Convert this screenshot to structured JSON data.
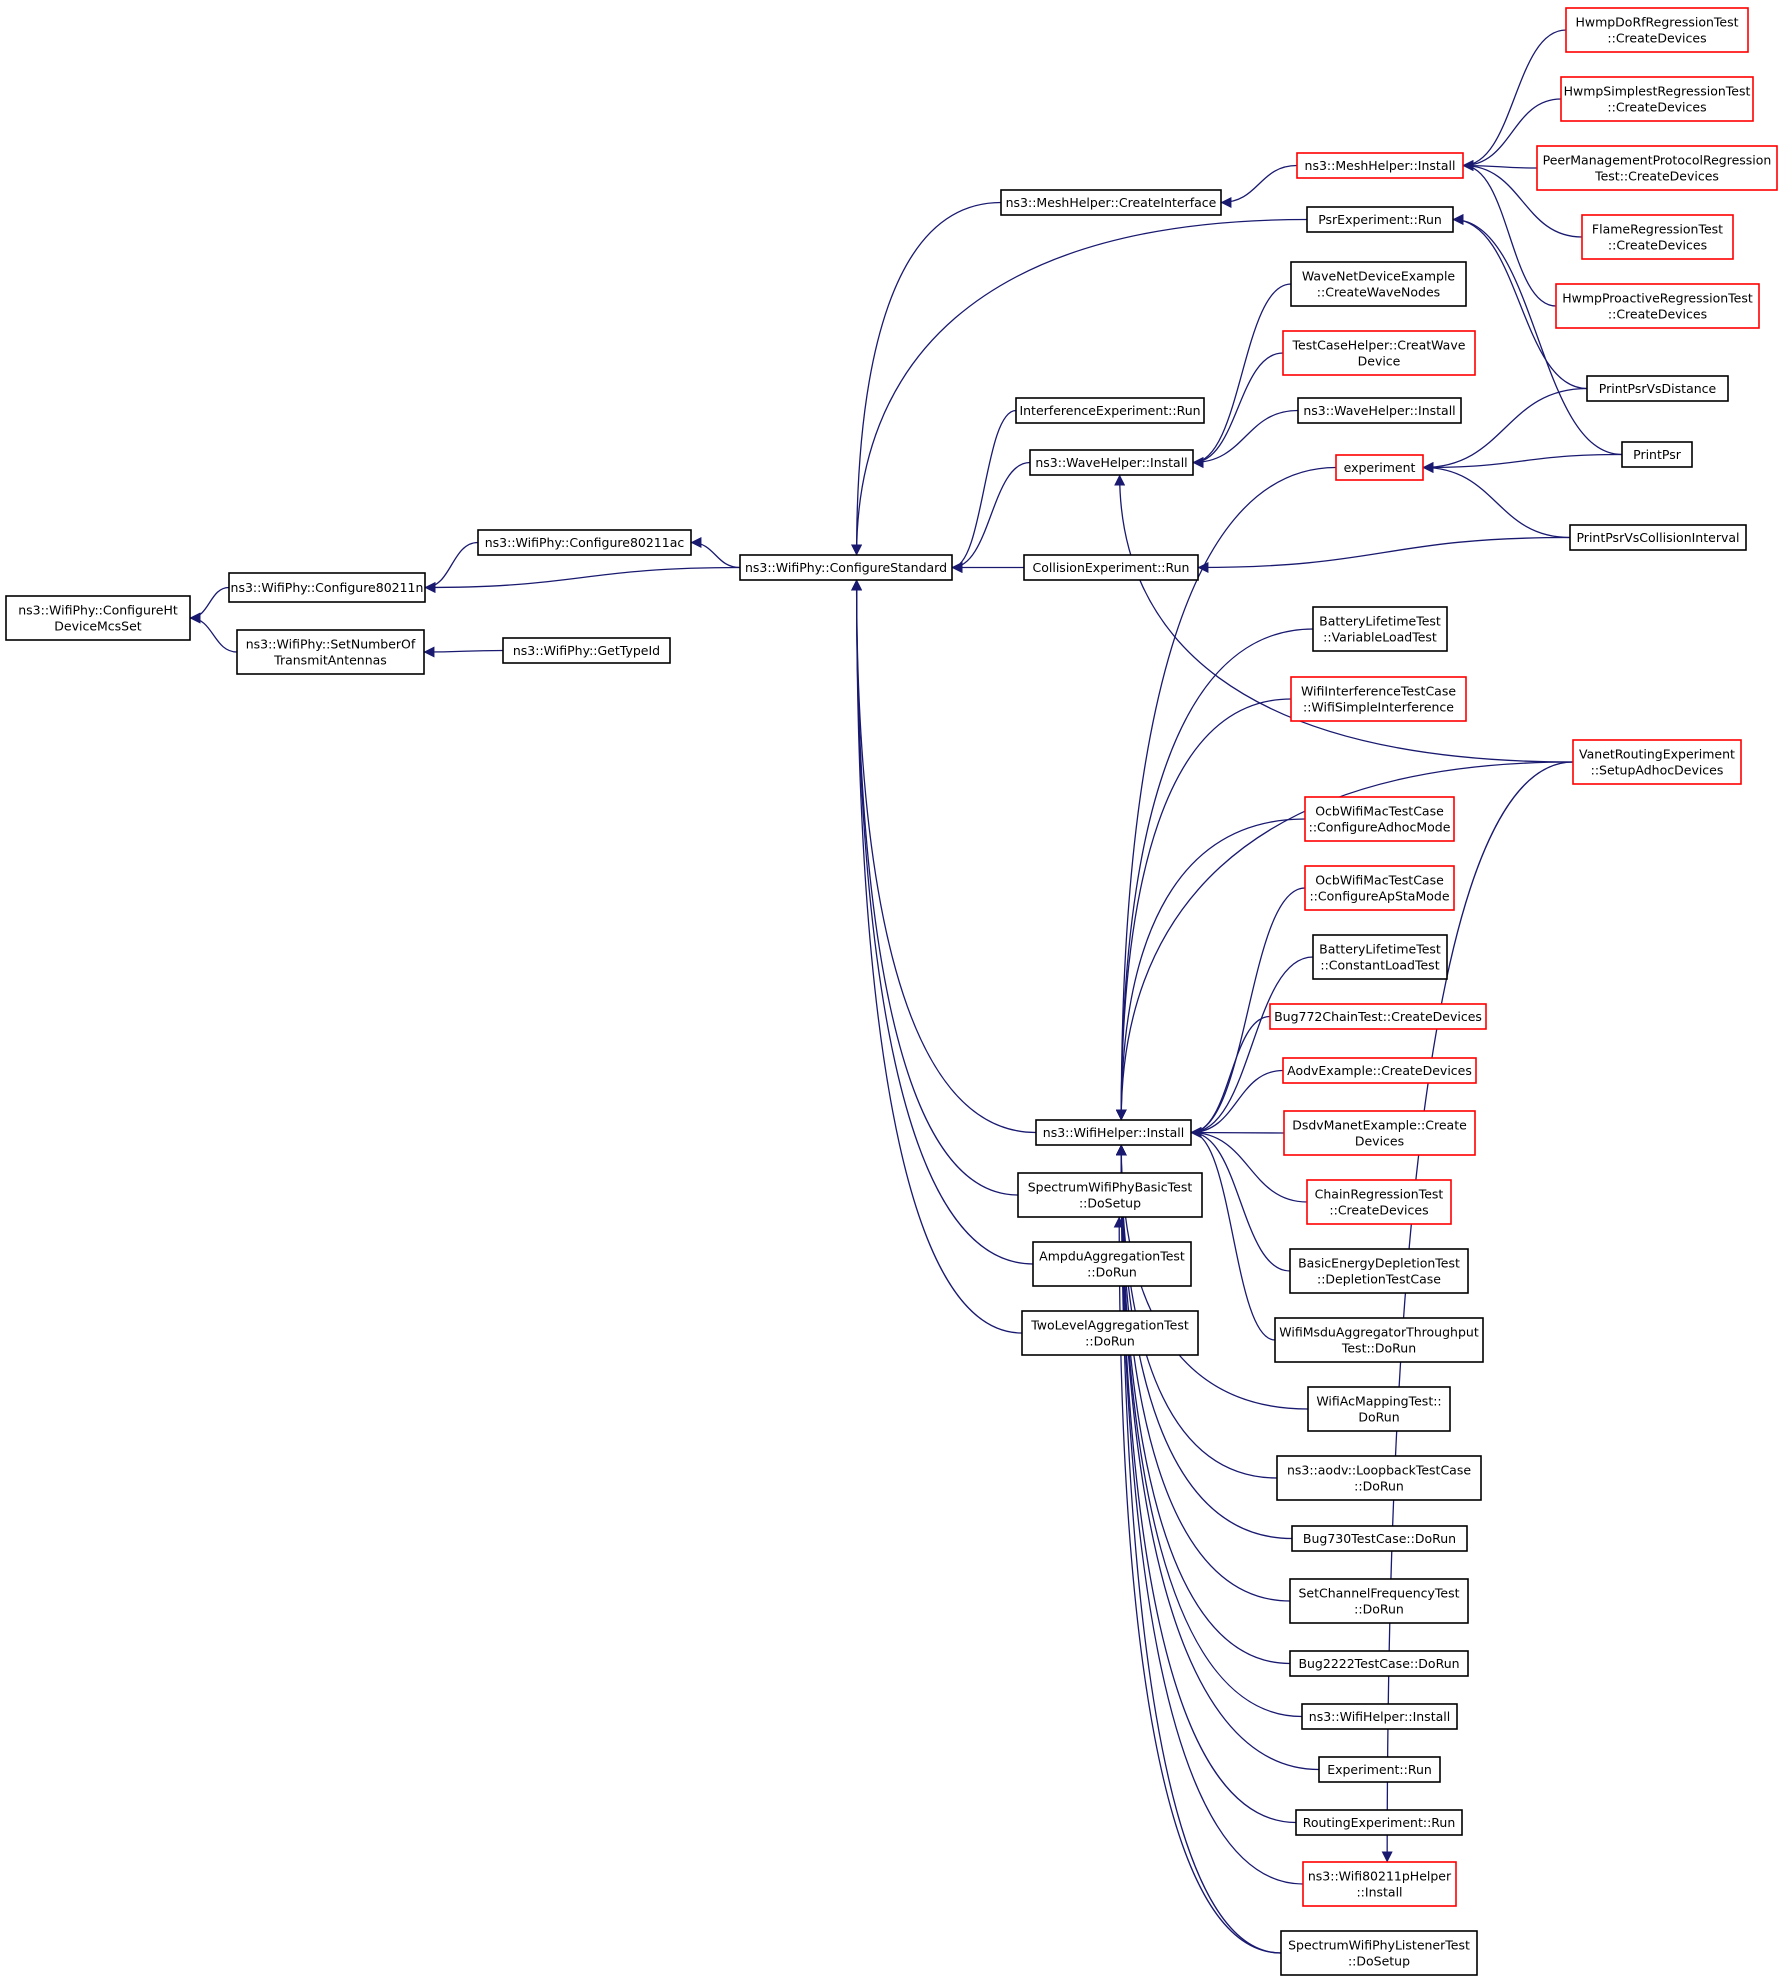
{
  "colors": {
    "edge": "#191970",
    "border_default": "#000000",
    "border_red": "#ff0000",
    "fill_root": "#bfbfbf",
    "fill_default": "#ffffff"
  },
  "nodes": [
    {
      "id": "root",
      "lines": [
        "ns3::WifiPhy::ConfigureHt",
        "DeviceMcsSet"
      ],
      "border": "black",
      "root": true
    },
    {
      "id": "c80211n",
      "lines": [
        "ns3::WifiPhy::Configure80211n"
      ],
      "border": "black"
    },
    {
      "id": "setNumTx",
      "lines": [
        "ns3::WifiPhy::SetNumberOf",
        "TransmitAntennas"
      ],
      "border": "black"
    },
    {
      "id": "c80211ac",
      "lines": [
        "ns3::WifiPhy::Configure80211ac"
      ],
      "border": "black"
    },
    {
      "id": "getTypeId",
      "lines": [
        "ns3::WifiPhy::GetTypeId"
      ],
      "border": "black"
    },
    {
      "id": "configStd",
      "lines": [
        "ns3::WifiPhy::ConfigureStandard"
      ],
      "border": "black"
    },
    {
      "id": "meshCreateIf",
      "lines": [
        "ns3::MeshHelper::CreateInterface"
      ],
      "border": "black"
    },
    {
      "id": "interfExpRun",
      "lines": [
        "InterferenceExperiment::Run"
      ],
      "border": "black"
    },
    {
      "id": "waveInstall",
      "lines": [
        "ns3::WaveHelper::Install"
      ],
      "border": "black"
    },
    {
      "id": "collExpRun",
      "lines": [
        "CollisionExperiment::Run"
      ],
      "border": "black"
    },
    {
      "id": "wifiHelperInstall",
      "lines": [
        "ns3::WifiHelper::Install"
      ],
      "border": "black"
    },
    {
      "id": "spectrumBasic",
      "lines": [
        "SpectrumWifiPhyBasicTest",
        "::DoSetup"
      ],
      "border": "black"
    },
    {
      "id": "ampdu",
      "lines": [
        "AmpduAggregationTest",
        "::DoRun"
      ],
      "border": "black"
    },
    {
      "id": "twoLevel",
      "lines": [
        "TwoLevelAggregationTest",
        "::DoRun"
      ],
      "border": "black"
    },
    {
      "id": "meshInstall",
      "lines": [
        "ns3::MeshHelper::Install"
      ],
      "border": "red"
    },
    {
      "id": "psrExpRun",
      "lines": [
        "PsrExperiment::Run"
      ],
      "border": "black"
    },
    {
      "id": "waveNetDev",
      "lines": [
        "WaveNetDeviceExample",
        "::CreateWaveNodes"
      ],
      "border": "black"
    },
    {
      "id": "testCaseHelper",
      "lines": [
        "TestCaseHelper::CreatWave",
        "Device"
      ],
      "border": "red"
    },
    {
      "id": "waveHelperInstall2",
      "lines": [
        "ns3::WaveHelper::Install"
      ],
      "border": "black"
    },
    {
      "id": "experiment",
      "lines": [
        "experiment"
      ],
      "border": "red"
    },
    {
      "id": "batteryVar",
      "lines": [
        "BatteryLifetimeTest",
        "::VariableLoadTest"
      ],
      "border": "black"
    },
    {
      "id": "wifiInterf",
      "lines": [
        "WifiInterferenceTestCase",
        "::WifiSimpleInterference"
      ],
      "border": "red"
    },
    {
      "id": "ocbAdhoc",
      "lines": [
        "OcbWifiMacTestCase",
        "::ConfigureAdhocMode"
      ],
      "border": "red"
    },
    {
      "id": "ocbApSta",
      "lines": [
        "OcbWifiMacTestCase",
        "::ConfigureApStaMode"
      ],
      "border": "red"
    },
    {
      "id": "batteryConst",
      "lines": [
        "BatteryLifetimeTest",
        "::ConstantLoadTest"
      ],
      "border": "black"
    },
    {
      "id": "bug772",
      "lines": [
        "Bug772ChainTest::CreateDevices"
      ],
      "border": "red"
    },
    {
      "id": "aodvExample",
      "lines": [
        "AodvExample::CreateDevices"
      ],
      "border": "red"
    },
    {
      "id": "dsdvManet",
      "lines": [
        "DsdvManetExample::Create",
        "Devices"
      ],
      "border": "red"
    },
    {
      "id": "chainRegr",
      "lines": [
        "ChainRegressionTest",
        "::CreateDevices"
      ],
      "border": "red"
    },
    {
      "id": "basicEnergy",
      "lines": [
        "BasicEnergyDepletionTest",
        "::DepletionTestCase"
      ],
      "border": "black"
    },
    {
      "id": "wifiMsdu",
      "lines": [
        "WifiMsduAggregatorThroughput",
        "Test::DoRun"
      ],
      "border": "black"
    },
    {
      "id": "wifiAcMapping",
      "lines": [
        "WifiAcMappingTest::",
        "DoRun"
      ],
      "border": "black"
    },
    {
      "id": "aodvLoopback",
      "lines": [
        "ns3::aodv::LoopbackTestCase",
        "::DoRun"
      ],
      "border": "black"
    },
    {
      "id": "bug730",
      "lines": [
        "Bug730TestCase::DoRun"
      ],
      "border": "black"
    },
    {
      "id": "setChanFreq",
      "lines": [
        "SetChannelFrequencyTest",
        "::DoRun"
      ],
      "border": "black"
    },
    {
      "id": "bug2222",
      "lines": [
        "Bug2222TestCase::DoRun"
      ],
      "border": "black"
    },
    {
      "id": "wifiHelperInstall2",
      "lines": [
        "ns3::WifiHelper::Install"
      ],
      "border": "black"
    },
    {
      "id": "experimentRun",
      "lines": [
        "Experiment::Run"
      ],
      "border": "black"
    },
    {
      "id": "routingExpRun",
      "lines": [
        "RoutingExperiment::Run"
      ],
      "border": "black"
    },
    {
      "id": "wifi80211p",
      "lines": [
        "ns3::Wifi80211pHelper",
        "::Install"
      ],
      "border": "red"
    },
    {
      "id": "spectrumListener",
      "lines": [
        "SpectrumWifiPhyListenerTest",
        "::DoSetup"
      ],
      "border": "black"
    },
    {
      "id": "hwmpDoRf",
      "lines": [
        "HwmpDoRfRegressionTest",
        "::CreateDevices"
      ],
      "border": "red"
    },
    {
      "id": "hwmpSimplest",
      "lines": [
        "HwmpSimplestRegressionTest",
        "::CreateDevices"
      ],
      "border": "red"
    },
    {
      "id": "peerMgmt",
      "lines": [
        "PeerManagementProtocolRegression",
        "Test::CreateDevices"
      ],
      "border": "red"
    },
    {
      "id": "flameRegr",
      "lines": [
        "FlameRegressionTest",
        "::CreateDevices"
      ],
      "border": "red"
    },
    {
      "id": "hwmpProactive",
      "lines": [
        "HwmpProactiveRegressionTest",
        "::CreateDevices"
      ],
      "border": "red"
    },
    {
      "id": "printPsrVsDist",
      "lines": [
        "PrintPsrVsDistance"
      ],
      "border": "black"
    },
    {
      "id": "printPsr",
      "lines": [
        "PrintPsr"
      ],
      "border": "black"
    },
    {
      "id": "printPsrVsColl",
      "lines": [
        "PrintPsrVsCollisionInterval"
      ],
      "border": "black"
    },
    {
      "id": "vanetRouting",
      "lines": [
        "VanetRoutingExperiment",
        "::SetupAdhocDevices"
      ],
      "border": "red"
    }
  ],
  "edges": [
    [
      "c80211n",
      "root"
    ],
    [
      "setNumTx",
      "root"
    ],
    [
      "c80211ac",
      "c80211n"
    ],
    [
      "configStd",
      "c80211n"
    ],
    [
      "getTypeId",
      "setNumTx"
    ],
    [
      "configStd",
      "c80211ac"
    ],
    [
      "meshCreateIf",
      "configStd"
    ],
    [
      "psrExpRun",
      "configStd"
    ],
    [
      "interfExpRun",
      "configStd"
    ],
    [
      "waveInstall",
      "configStd"
    ],
    [
      "collExpRun",
      "configStd"
    ],
    [
      "wifiHelperInstall",
      "configStd"
    ],
    [
      "spectrumBasic",
      "configStd"
    ],
    [
      "ampdu",
      "configStd"
    ],
    [
      "twoLevel",
      "configStd"
    ],
    [
      "meshInstall",
      "meshCreateIf"
    ],
    [
      "hwmpDoRf",
      "meshInstall"
    ],
    [
      "hwmpSimplest",
      "meshInstall"
    ],
    [
      "peerMgmt",
      "meshInstall"
    ],
    [
      "flameRegr",
      "meshInstall"
    ],
    [
      "hwmpProactive",
      "meshInstall"
    ],
    [
      "printPsrVsDist",
      "psrExpRun"
    ],
    [
      "printPsr",
      "psrExpRun"
    ],
    [
      "waveNetDev",
      "waveInstall"
    ],
    [
      "testCaseHelper",
      "waveInstall"
    ],
    [
      "waveHelperInstall2",
      "waveInstall"
    ],
    [
      "vanetRouting",
      "waveInstall"
    ],
    [
      "printPsrVsColl",
      "collExpRun"
    ],
    [
      "printPsrVsDist",
      "experiment"
    ],
    [
      "printPsr",
      "experiment"
    ],
    [
      "printPsrVsColl",
      "experiment"
    ],
    [
      "experiment",
      "wifiHelperInstall"
    ],
    [
      "batteryVar",
      "wifiHelperInstall"
    ],
    [
      "wifiInterf",
      "wifiHelperInstall"
    ],
    [
      "vanetRouting",
      "wifiHelperInstall"
    ],
    [
      "ocbAdhoc",
      "wifiHelperInstall"
    ],
    [
      "ocbApSta",
      "wifiHelperInstall"
    ],
    [
      "batteryConst",
      "wifiHelperInstall"
    ],
    [
      "bug772",
      "wifiHelperInstall"
    ],
    [
      "aodvExample",
      "wifiHelperInstall"
    ],
    [
      "dsdvManet",
      "wifiHelperInstall"
    ],
    [
      "chainRegr",
      "wifiHelperInstall"
    ],
    [
      "basicEnergy",
      "wifiHelperInstall"
    ],
    [
      "wifiMsdu",
      "wifiHelperInstall"
    ],
    [
      "wifiAcMapping",
      "wifiHelperInstall"
    ],
    [
      "aodvLoopback",
      "wifiHelperInstall"
    ],
    [
      "bug730",
      "wifiHelperInstall"
    ],
    [
      "setChanFreq",
      "wifiHelperInstall"
    ],
    [
      "bug2222",
      "wifiHelperInstall"
    ],
    [
      "wifiHelperInstall2",
      "wifiHelperInstall"
    ],
    [
      "experimentRun",
      "wifiHelperInstall"
    ],
    [
      "routingExpRun",
      "wifiHelperInstall"
    ],
    [
      "wifi80211p",
      "wifiHelperInstall"
    ],
    [
      "spectrumListener",
      "wifiHelperInstall"
    ],
    [
      "vanetRouting",
      "wifi80211p"
    ],
    [
      "spectrumListener",
      "spectrumBasic"
    ]
  ]
}
